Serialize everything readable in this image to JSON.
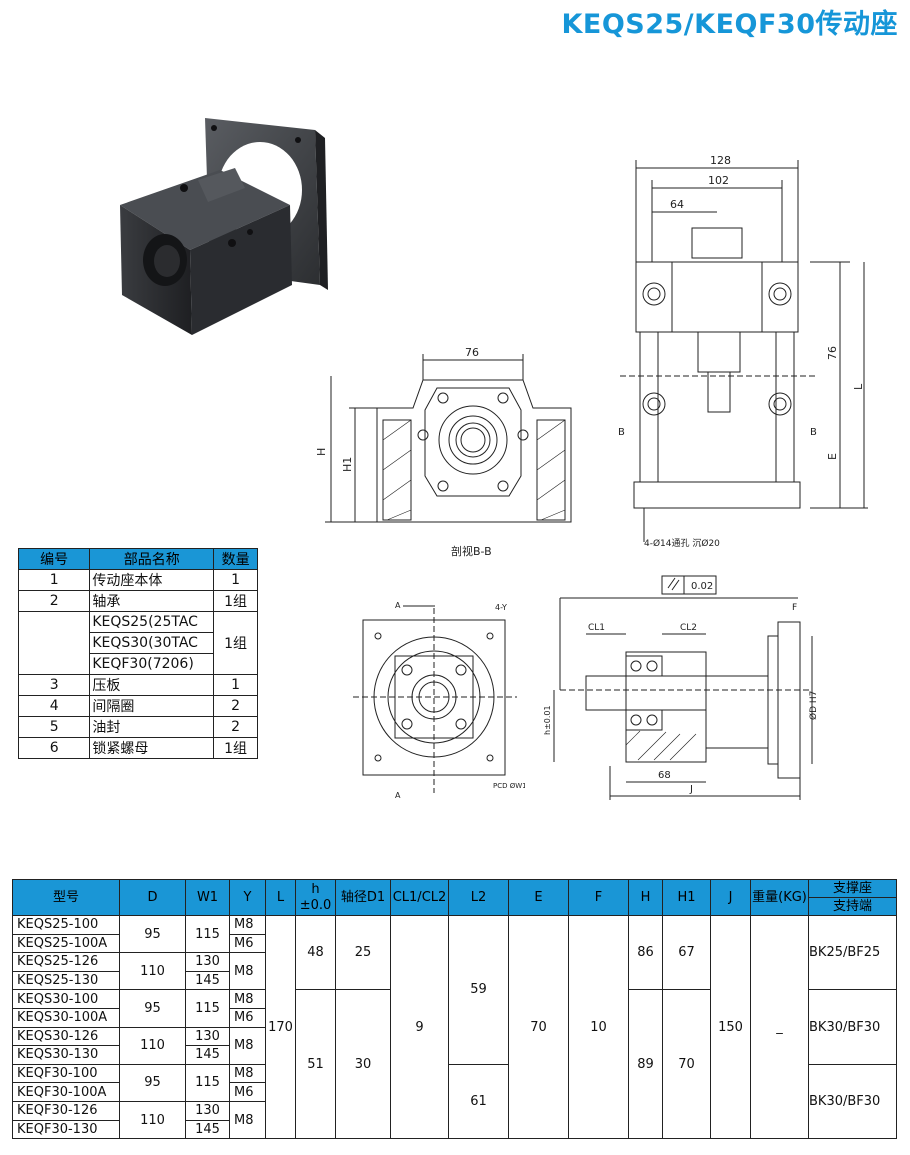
{
  "title": "KEQS25/KEQF30传动座",
  "drawing_labels": {
    "dim_128": "128",
    "dim_102": "102",
    "dim_64": "64",
    "dim_76_side": "76",
    "dim_76_front": "76",
    "label_L": "L",
    "label_E": "E",
    "label_B_left": "B",
    "label_B_right": "B",
    "label_H": "H",
    "label_H1": "H1",
    "hole_note": "4-Ø14通孔 沉Ø20",
    "section_label": "剖视B-B",
    "flatness": "0.02",
    "label_A_top": "A",
    "label_A_bottom": "A",
    "label_4Y": "4-Y",
    "label_PCD": "PCD ØW1",
    "label_F": "F",
    "label_CL1": "CL1",
    "label_CL2": "CL2",
    "label_h": "h±0.01",
    "label_D_H7": "ØD H7",
    "dim_68": "68",
    "label_J": "J"
  },
  "parts_table": {
    "headers": [
      "编号",
      "部品名称",
      "数量"
    ],
    "rows": [
      {
        "no": "1",
        "name": "传动座本体",
        "qty": "1"
      },
      {
        "no": "2",
        "name": "轴承",
        "qty": "1组"
      },
      {
        "no": "",
        "name": "KEQS25(25TAC",
        "qty": ""
      },
      {
        "no": "",
        "name": "KEQS30(30TAC",
        "qty": "1组"
      },
      {
        "no": "",
        "name": "KEQF30(7206)",
        "qty": ""
      },
      {
        "no": "3",
        "name": "压板",
        "qty": "1"
      },
      {
        "no": "4",
        "name": "间隔圈",
        "qty": "2"
      },
      {
        "no": "5",
        "name": "油封",
        "qty": "2"
      },
      {
        "no": "6",
        "name": "锁紧螺母",
        "qty": "1组"
      }
    ]
  },
  "spec_table": {
    "headers": {
      "model": "型号",
      "D": "D",
      "W1": "W1",
      "Y": "Y",
      "L": "L",
      "h_top": "h",
      "h_bottom": "±0.0",
      "shaft": "轴径D1",
      "cl": "CL1/CL2",
      "L2": "L2",
      "E": "E",
      "F": "F",
      "H": "H",
      "H1": "H1",
      "J": "J",
      "weight": "重量(KG)",
      "support_top": "支撑座",
      "support_bottom": "支持端"
    },
    "models": [
      "KEQS25-100",
      "KEQS25-100A",
      "KEQS25-126",
      "KEQS25-130",
      "KEQS30-100",
      "KEQS30-100A",
      "KEQS30-126",
      "KEQS30-130",
      "KEQF30-100",
      "KEQF30-100A",
      "KEQF30-126",
      "KEQF30-130"
    ],
    "D_values": [
      "95",
      "110",
      "95",
      "110",
      "95",
      "110"
    ],
    "W1_values": [
      "115",
      "130",
      "145",
      "115",
      "130",
      "145",
      "115",
      "130",
      "145"
    ],
    "Y_values": [
      "M8",
      "M6",
      "M8",
      "M8",
      "M6",
      "M8",
      "M8",
      "M6",
      "M8"
    ],
    "L": "170",
    "h_values": [
      "48",
      "51"
    ],
    "shaft_values": [
      "25",
      "30"
    ],
    "cl": "9",
    "L2_values": [
      "59",
      "61"
    ],
    "E": "70",
    "F": "10",
    "H_values": [
      "86",
      "89"
    ],
    "H1_values": [
      "67",
      "70"
    ],
    "J": "150",
    "weight": "_",
    "support_values": [
      "BK25/BF25",
      "BK30/BF30",
      "BK30/BF30"
    ]
  }
}
